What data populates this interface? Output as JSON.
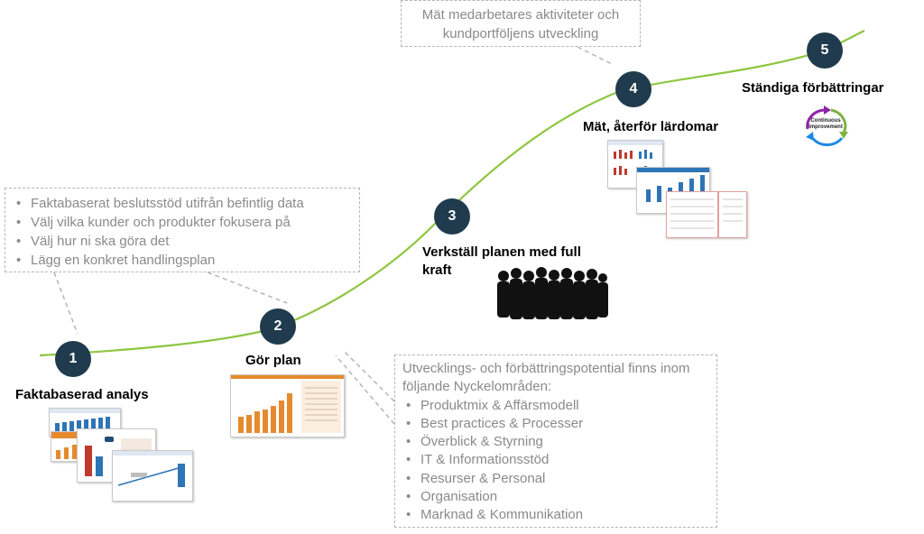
{
  "steps": [
    {
      "number": "1",
      "title": "Faktabaserad analys"
    },
    {
      "number": "2",
      "title": "Gör plan"
    },
    {
      "number": "3",
      "title": "Verkställ planen med full kraft"
    },
    {
      "number": "4",
      "title": "Mät, återför lärdomar"
    },
    {
      "number": "5",
      "title": "Ständiga förbättringar"
    }
  ],
  "callout_analysis": {
    "items": [
      "Faktabaserat beslutsstöd utifrån befintlig data",
      "Välj vilka kunder och produkter fokusera på",
      "Välj hur ni ska göra det",
      "Lägg en konkret handlingsplan"
    ]
  },
  "callout_potential": {
    "intro": "Utvecklings- och förbättringspotential finns inom följande Nyckelområden:",
    "items": [
      "Produktmix & Affärsmodell",
      "Best practices & Processer",
      "Överblick & Styrning",
      "IT & Informationsstöd",
      "Resurser & Personal",
      "Organisation",
      "Marknad & Kommunikation"
    ]
  },
  "callout_measure": {
    "text": "Mät medarbetares aktiviteter och kundportföljens utveckling"
  },
  "continuous_improvement": {
    "line1": "Continuous",
    "line2": "Improvement"
  },
  "colors": {
    "curve": "#8dc63f",
    "step_circle": "#1f3b4d",
    "callout_border": "#b5b5b5",
    "callout_text": "#8a8a8a",
    "chart_bar": "#2e75b6",
    "chart_orange": "#e68a2e"
  },
  "icons": [
    "crowd-silhouette-icon",
    "continuous-improvement-cycle-icon"
  ]
}
